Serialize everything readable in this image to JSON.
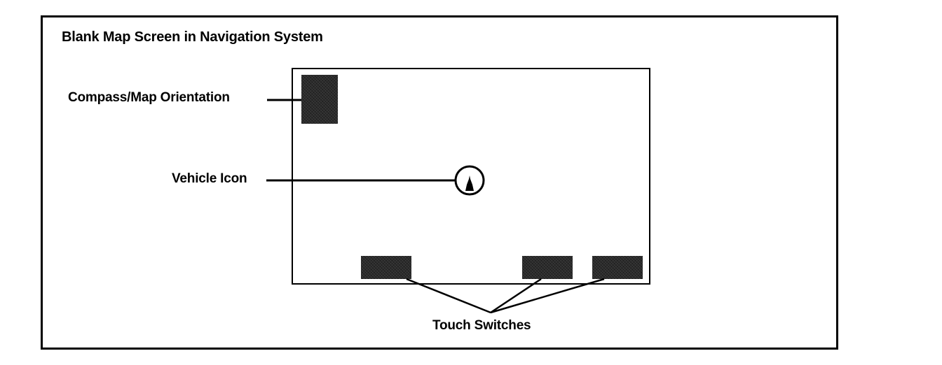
{
  "title": "Blank Map Screen in Navigation System",
  "labels": {
    "compass": "Compass/Map Orientation",
    "vehicle": "Vehicle Icon",
    "touch_switches": "Touch Switches"
  },
  "icons": {
    "compass": "compass-map-orientation-icon",
    "vehicle": "vehicle-icon",
    "touch_switch": "touch-switch"
  },
  "colors": {
    "line": "#000000",
    "block_fill": "#222222",
    "background": "#ffffff"
  }
}
